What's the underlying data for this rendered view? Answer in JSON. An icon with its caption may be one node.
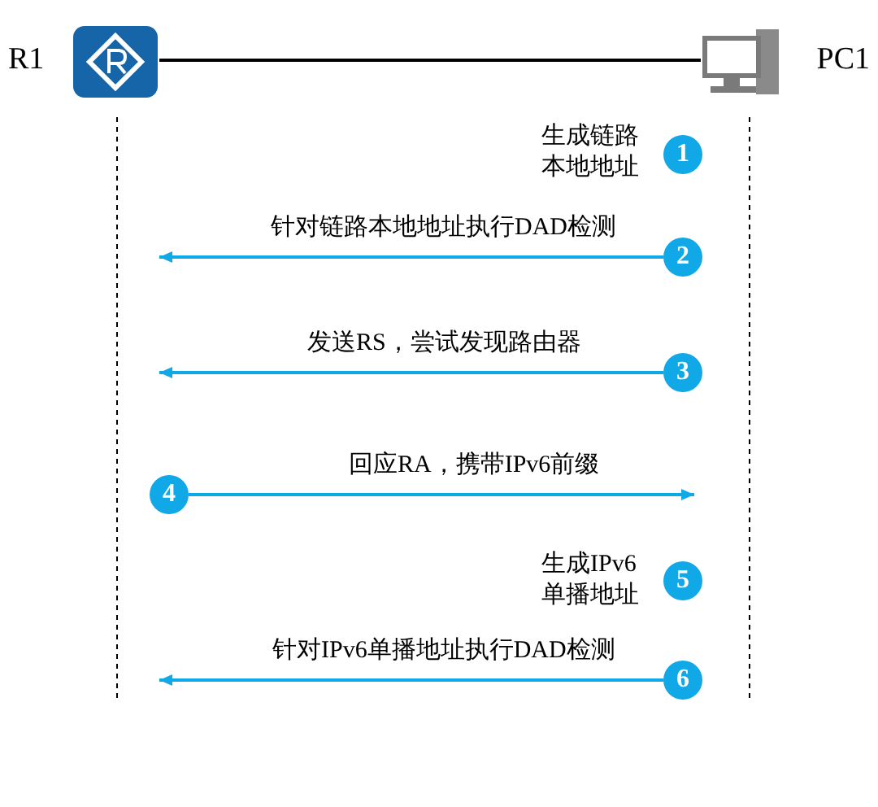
{
  "diagram": {
    "nodes": [
      {
        "text": [
          "R1"
        ]
      },
      {
        "text": [
          "PC1"
        ]
      },
      {
        "text": [
          "1"
        ],
        "beside": [
          "生成链路本地地址"
        ]
      },
      {
        "text": [
          "2"
        ]
      },
      {
        "text": [
          "3"
        ]
      },
      {
        "text": [
          "4"
        ]
      },
      {
        "text": [
          "5"
        ],
        "beside": [
          "生成IPv6单播地址"
        ]
      },
      {
        "text": [
          "6"
        ]
      }
    ],
    "edges": [
      {
        "from": 0,
        "to": 1,
        "arrow": "none",
        "color": "#000000"
      },
      {
        "from": 3,
        "to": null,
        "arrow": "to",
        "label": "针对链路本地地址执行DAD检测"
      },
      {
        "from": 4,
        "to": null,
        "arrow": "to",
        "label": "发送RS，尝试发现路由器"
      },
      {
        "from": 5,
        "to": null,
        "arrow": "to",
        "label": "回应RA，携带IPv6前缀"
      },
      {
        "from": 7,
        "to": null,
        "arrow": "to",
        "label": "针对IPv6单播地址执行DAD检测"
      }
    ]
  }
}
